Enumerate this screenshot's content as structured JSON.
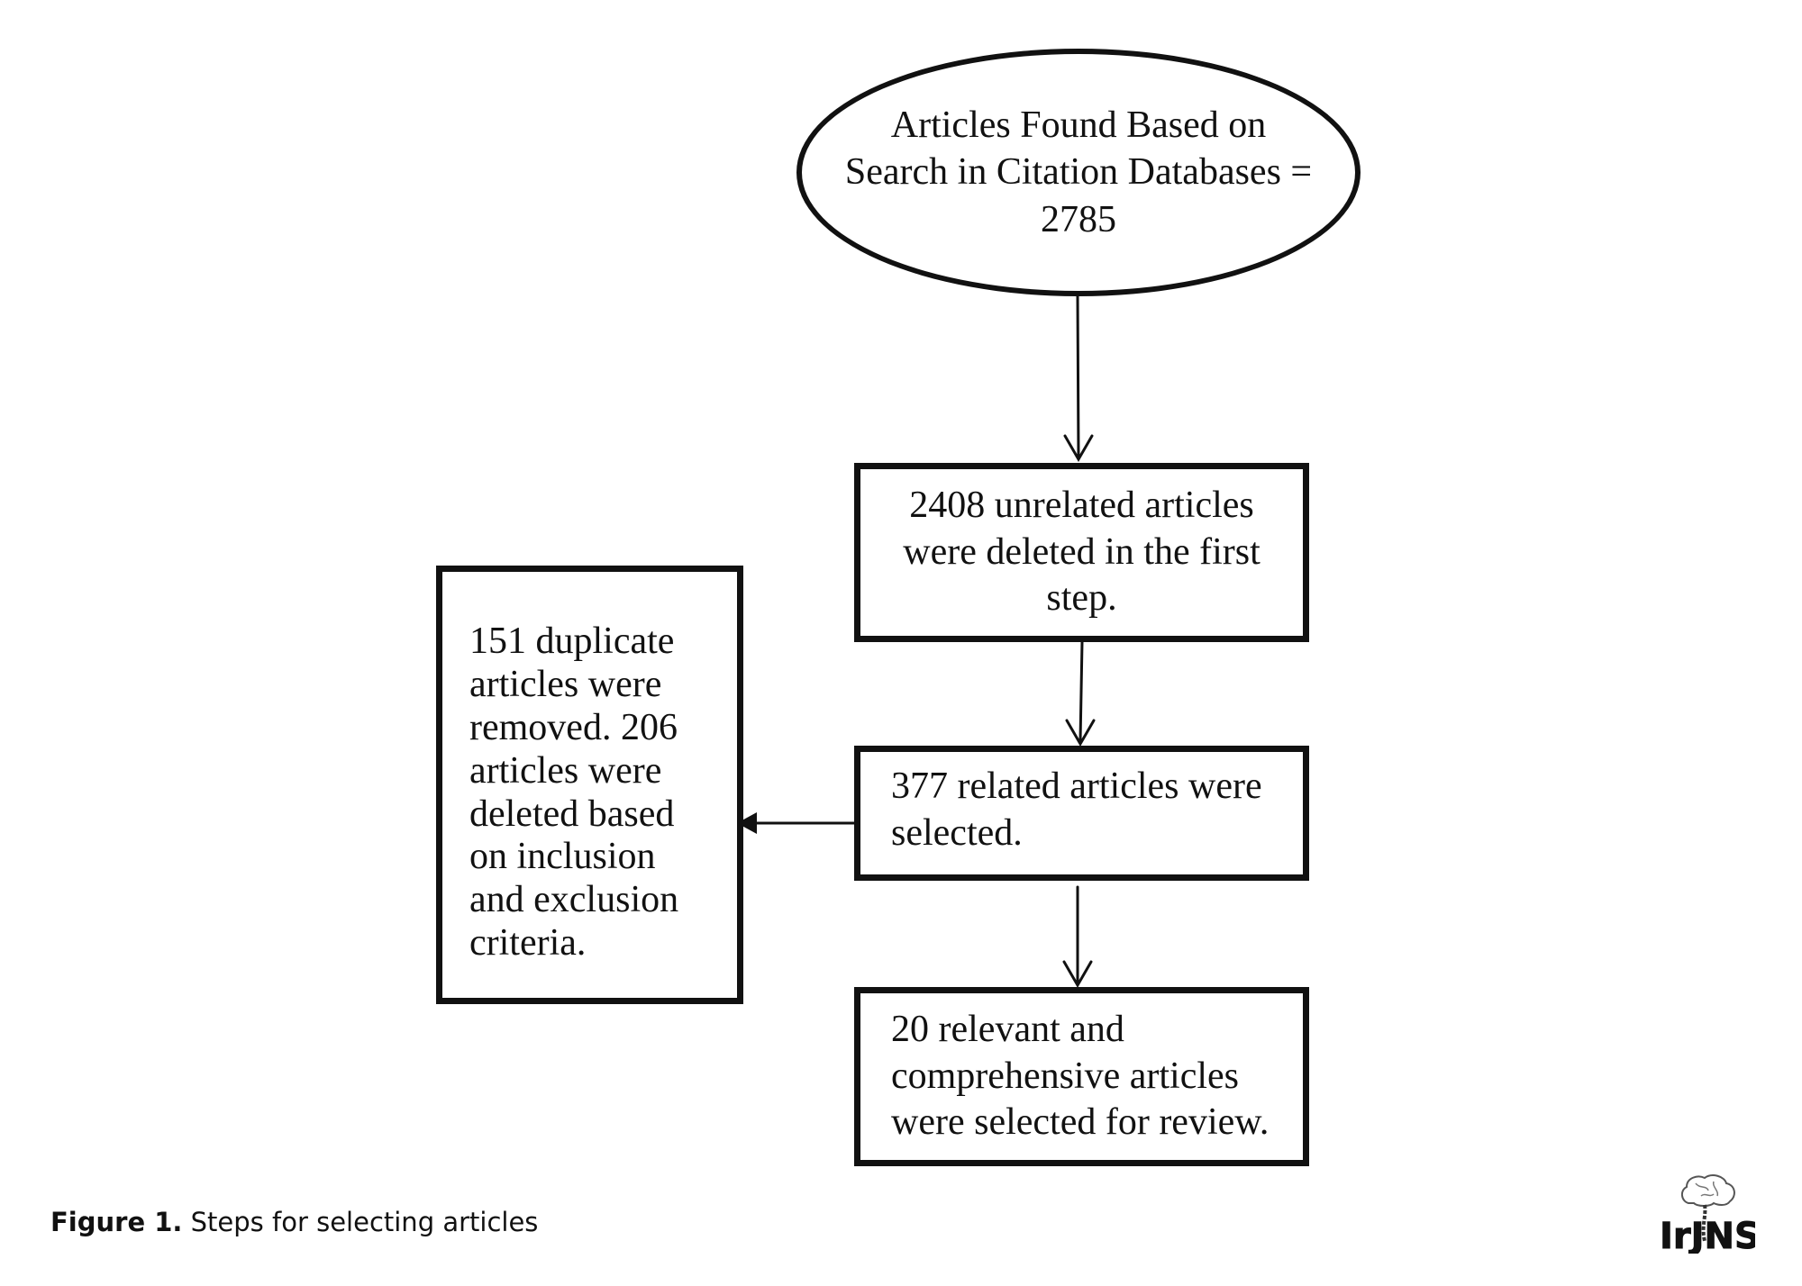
{
  "flowchart": {
    "start": "Articles Found Based on Search in Citation Databases = 2785",
    "step1": "2408 unrelated articles were deleted in the first step.",
    "related": "377 related articles were selected.",
    "removed": "151 duplicate articles were removed. 206 articles were deleted based on inclusion and exclusion criteria.",
    "final": "20 relevant and comprehensive articles were selected for review."
  },
  "caption": {
    "label": "Figure 1.",
    "text": "Steps for selecting articles"
  },
  "logo": {
    "text": "IrJNS"
  },
  "colors": {
    "stroke": "#111111",
    "background": "#ffffff"
  }
}
